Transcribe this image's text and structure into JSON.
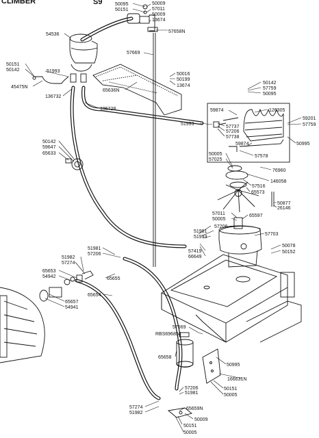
{
  "header": {
    "partial_title": "CLIMBER",
    "page_fragment": "S9"
  },
  "labels": {
    "l50095_top": "50095",
    "l50151_top": "50151",
    "l50009_a": "50009",
    "l57011_a": "57011",
    "l50009_b": "50009",
    "l13674_a": "13674",
    "l57658N": "57658N",
    "l54536": "54536",
    "l57669_a": "57669",
    "l50151_l": "50151",
    "l50142_l": "50142",
    "l51993_a": "51993",
    "l45475N": "45475N",
    "l136732": "136732",
    "l136728": "136728",
    "l50016": "50016",
    "l50199": "50199",
    "l13674_b": "13674",
    "l65636N": "65636N",
    "l50142_r": "50142",
    "l57759_r": "57759",
    "l50095_r": "50095",
    "l59874_a": "59874",
    "l126305": "126305",
    "l51993_b": "51993",
    "l57737": "57737",
    "l57206_a": "57206",
    "l57738": "57738",
    "l59201": "59201",
    "l57759_b": "57759",
    "l50995_a": "50995",
    "l59874_b": "59874",
    "l57578": "57578",
    "l50005_a": "50005",
    "l57025": "57025",
    "l76960": "76960",
    "l50142_m": "50142",
    "l59647": "59647",
    "l65633": "65633",
    "l146058": "146058",
    "l57516": "57516",
    "l65573": "65573",
    "l50877": "50877",
    "l26146": "26146",
    "l57011_b": "57011",
    "l50005_b": "50005",
    "l65597": "65597",
    "l51981_a": "51981",
    "l57206_b": "57206",
    "l51993_c": "51993",
    "l57703": "57703",
    "l57419": "57419",
    "l66649": "66649",
    "l50078": "50078",
    "l50152": "50152",
    "l51981_b": "51981",
    "l57206_c": "57206",
    "l51982_a": "51982",
    "l57274_a": "57274",
    "l65653": "65653",
    "l54942": "54942",
    "l65655": "65655",
    "l65657": "65657",
    "l54941": "54941",
    "l65654": "65654",
    "l57669_b": "57669",
    "lRBS696854": "RBS696854",
    "l65658": "65658",
    "l50995_b": "50995",
    "l166631N": "166631N",
    "l50151_b": "50151",
    "l50005_c": "50005",
    "l57206_d": "57206",
    "l51981_c": "51981",
    "l65659N": "65659N",
    "l57274_b": "57274",
    "l51982_b": "51982",
    "l50009_c": "50009",
    "l50151_c": "50151",
    "l50005_d": "50005"
  }
}
